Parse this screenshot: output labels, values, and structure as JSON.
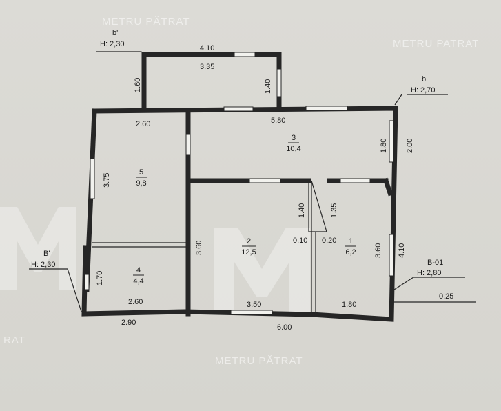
{
  "watermark": {
    "brand_top": "METRU PĂTRAT",
    "brand_right": "METRU PATRAT",
    "brand_bottom": "METRU PĂTRAT",
    "brand_left": "RAT"
  },
  "labels": {
    "b_prime_top": {
      "letter": "b'",
      "height": "H: 2,30"
    },
    "b_right": {
      "letter": "b",
      "height": "H: 2,70"
    },
    "B_prime_left": {
      "letter": "B'",
      "height": "H: 2,30"
    },
    "B01_right": {
      "letter": "B-01",
      "height": "H: 2,80"
    },
    "extra_025": "0.25"
  },
  "dimensions": {
    "top_outer": "4.10",
    "top_inner": "3.35",
    "vert_160": "1.60",
    "vert_140_top": "1.40",
    "upper_left_width": "2.60",
    "upper_right_width": "5.80",
    "vert_375": "3.75",
    "vert_180": "1.80",
    "vert_200": "2.00",
    "vert_140_mid": "1.40",
    "vert_135": "1.35",
    "vert_360_left": "3.60",
    "gap_010": "0.10",
    "gap_020": "0.20",
    "vert_360_right": "3.60",
    "vert_410": "4.10",
    "vert_170": "1.70",
    "bottom_left_inner": "2.60",
    "bottom_left_outer": "2.90",
    "bottom_mid": "3.50",
    "bottom_right": "1.80",
    "bottom_total": "6.00"
  },
  "rooms": [
    {
      "number": "1",
      "area": "6,2"
    },
    {
      "number": "2",
      "area": "12,5"
    },
    {
      "number": "3",
      "area": "10,4"
    },
    {
      "number": "4",
      "area": "4,4"
    },
    {
      "number": "5",
      "area": "9,8"
    }
  ]
}
